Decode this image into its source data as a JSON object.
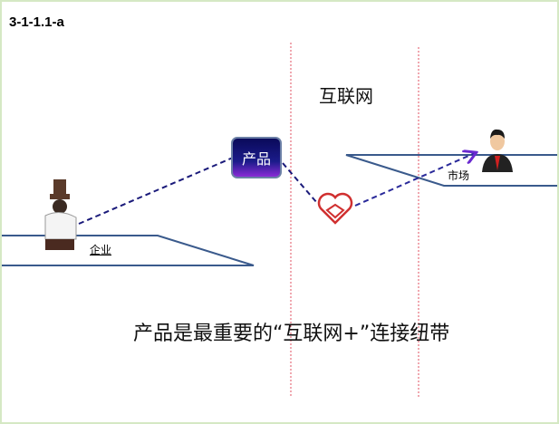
{
  "slide_id": "3-1-1.1-a",
  "internet_label": "互联网",
  "product_label": "产品",
  "enterprise_label": "企业",
  "market_label": "市场",
  "caption": "产品是最重要的“互联网+”连接纽带",
  "icons": [
    "businessman-top-hat-icon",
    "product-box",
    "handshake-heart-icon",
    "customer-person-icon"
  ],
  "colors": {
    "platform_line": "#3a5a8c",
    "divider": "#e05060",
    "dash_dark": "#10104a",
    "dash_purple": "#6a2ad0"
  }
}
